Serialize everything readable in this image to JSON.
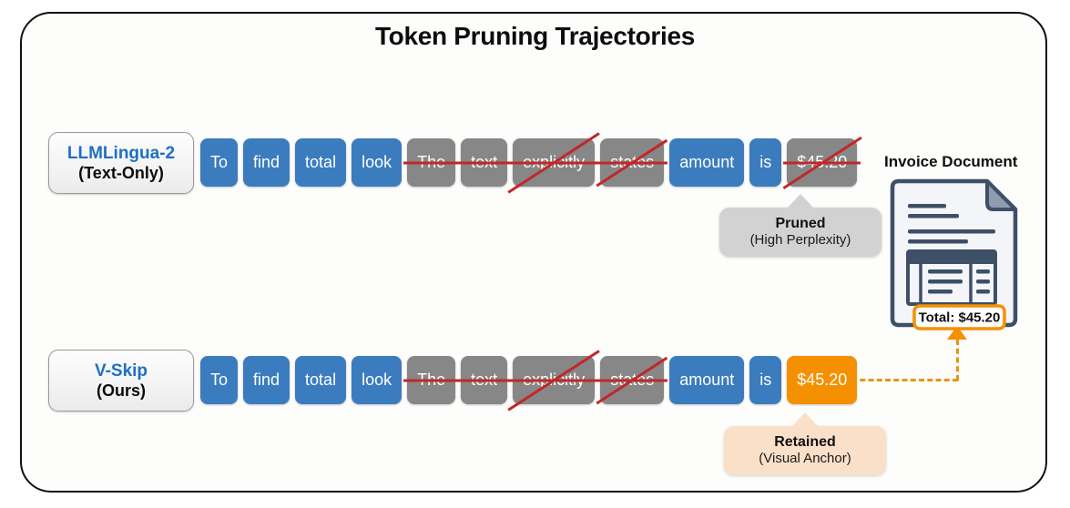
{
  "figure": {
    "title": "Token Pruning Trajectories",
    "background_color": "#fdfdfc",
    "frame_color": "#101010"
  },
  "colors": {
    "kept_token": "#3b7cbf",
    "pruned_token": "#878787",
    "anchor_token": "#f59000",
    "strike": "#c0282a",
    "method_name": "#1f6fc4",
    "callout_gray": "#d2d2d2",
    "callout_peach": "#fae0c8",
    "document_navy": "#3e4f68",
    "connector": "#e79412"
  },
  "rows": [
    {
      "method_name": "LLMLingua-2",
      "method_sub": "(Text-Only)",
      "tokens": [
        {
          "text": "To",
          "state": "kept",
          "strike": "none"
        },
        {
          "text": "find",
          "state": "kept",
          "strike": "none"
        },
        {
          "text": "total",
          "state": "kept",
          "strike": "none"
        },
        {
          "text": "look",
          "state": "kept",
          "strike": "none"
        },
        {
          "text": "The",
          "state": "pruned",
          "strike": "horizontal"
        },
        {
          "text": "text",
          "state": "pruned",
          "strike": "horizontal"
        },
        {
          "text": "explicitly",
          "state": "pruned",
          "strike": "both"
        },
        {
          "text": "states",
          "state": "pruned",
          "strike": "both"
        },
        {
          "text": "amount",
          "state": "kept",
          "strike": "none"
        },
        {
          "text": "is",
          "state": "kept",
          "strike": "none"
        },
        {
          "text": "$45.20",
          "state": "pruned",
          "strike": "both"
        }
      ]
    },
    {
      "method_name": "V-Skip",
      "method_sub": "(Ours)",
      "tokens": [
        {
          "text": "To",
          "state": "kept",
          "strike": "none"
        },
        {
          "text": "find",
          "state": "kept",
          "strike": "none"
        },
        {
          "text": "total",
          "state": "kept",
          "strike": "none"
        },
        {
          "text": "look",
          "state": "kept",
          "strike": "none"
        },
        {
          "text": "The",
          "state": "pruned",
          "strike": "horizontal"
        },
        {
          "text": "text",
          "state": "pruned",
          "strike": "horizontal"
        },
        {
          "text": "explicitly",
          "state": "pruned",
          "strike": "both"
        },
        {
          "text": "states",
          "state": "pruned",
          "strike": "both"
        },
        {
          "text": "amount",
          "state": "kept",
          "strike": "none"
        },
        {
          "text": "is",
          "state": "kept",
          "strike": "none"
        },
        {
          "text": "$45.20",
          "state": "anchor",
          "strike": "none"
        }
      ]
    }
  ],
  "callouts": {
    "pruned": {
      "title": "Pruned",
      "subtitle": "(High Perplexity)"
    },
    "retained": {
      "title": "Retained",
      "subtitle": "(Visual Anchor)"
    }
  },
  "document": {
    "caption": "Invoice Document",
    "total_label": "Total: $45.20"
  }
}
